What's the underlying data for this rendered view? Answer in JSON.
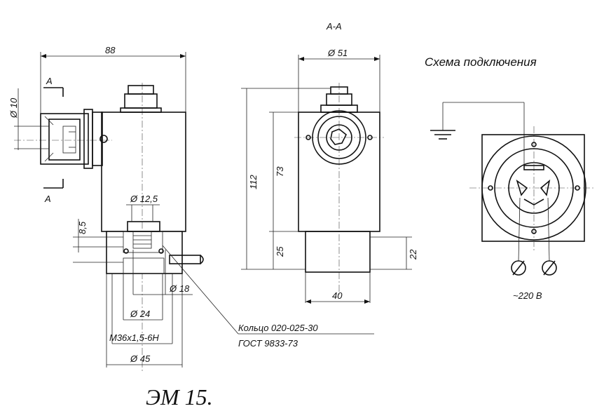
{
  "section_label": "А-А",
  "scheme_title": "Схема подключения",
  "dims": {
    "overall_width": "88",
    "dia_10": "Ø 10",
    "section_a_top": "А",
    "section_a_bottom": "А",
    "dia_12_5": "Ø 12,5",
    "h_8_5": "8,5",
    "dia_18": "Ø 18",
    "dia_24": "Ø 24",
    "thread": "M36x1,5-6H",
    "dia_45": "Ø 45",
    "dia_51": "Ø 51",
    "h_112": "112",
    "h_73": "73",
    "h_25": "25",
    "h_22": "22",
    "w_40": "40"
  },
  "callout": {
    "line1": "Кольцо 020-025-30",
    "line2": "ГОСТ 9833-73"
  },
  "voltage": "~220 В",
  "model": "ЭМ 15."
}
